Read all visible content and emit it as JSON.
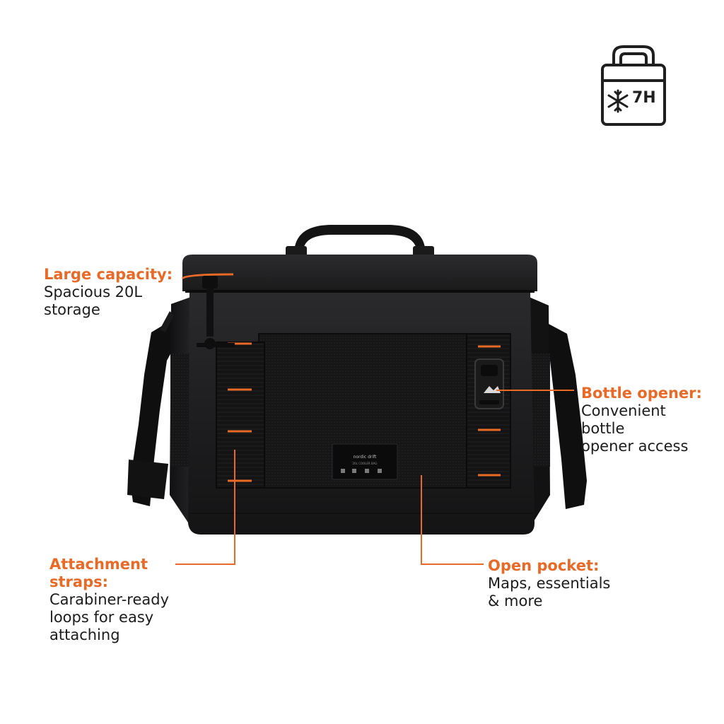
{
  "badge": {
    "text": "7H",
    "icon": "snowflake-icon",
    "outline_icon": "cooler-bag-icon"
  },
  "label": {
    "brand": "nordic drift",
    "subtitle": "20L COOLER BAG"
  },
  "callouts": {
    "capacity": {
      "head": "Large capacity:",
      "body": [
        "Spacious 20L",
        "storage"
      ]
    },
    "bottle": {
      "head": "Bottle opener:",
      "body": [
        "Convenient",
        "bottle",
        "opener access"
      ]
    },
    "straps": {
      "head": [
        "Attachment",
        "straps:"
      ],
      "body": [
        "Carabiner-ready",
        "loops for easy",
        "attaching"
      ]
    },
    "pocket": {
      "head": "Open pocket:",
      "body": [
        "Maps, essentials",
        "& more"
      ]
    }
  },
  "colors": {
    "accent": "#e86a26",
    "bag": "#1a1a1b",
    "text": "#1c1c1c"
  }
}
